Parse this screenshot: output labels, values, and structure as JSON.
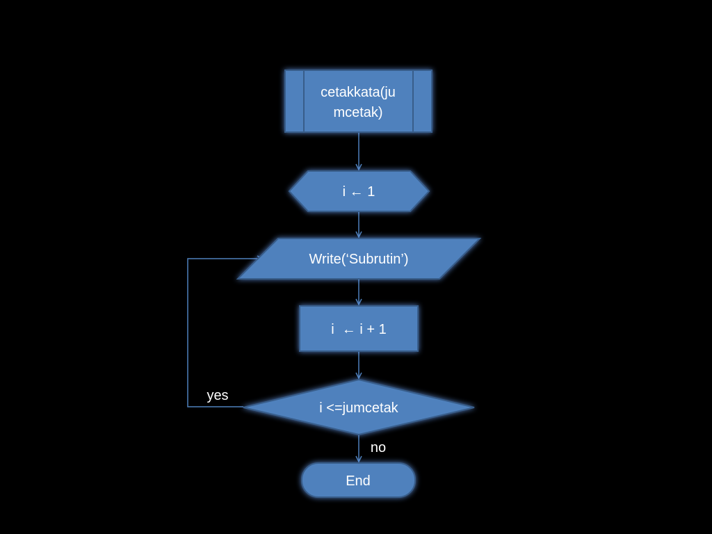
{
  "colors": {
    "background": "#000000",
    "shape_fill": "#4f81bd",
    "shape_border": "#385d8a",
    "connector": "#4f81bd",
    "text": "#ffffff",
    "glow": "#6fa8ff"
  },
  "nodes": {
    "subroutine": {
      "line1": "cetakkata(ju",
      "line2": "mcetak)"
    },
    "init": {
      "label": "i ← 1"
    },
    "write": {
      "label": "Write(‘Subrutin’)"
    },
    "increment": {
      "label": "i  ← i + 1"
    },
    "decision": {
      "label": "i <=jumcetak"
    },
    "end": {
      "label": "End"
    }
  },
  "edges": {
    "yes_label": "yes",
    "no_label": "no"
  }
}
